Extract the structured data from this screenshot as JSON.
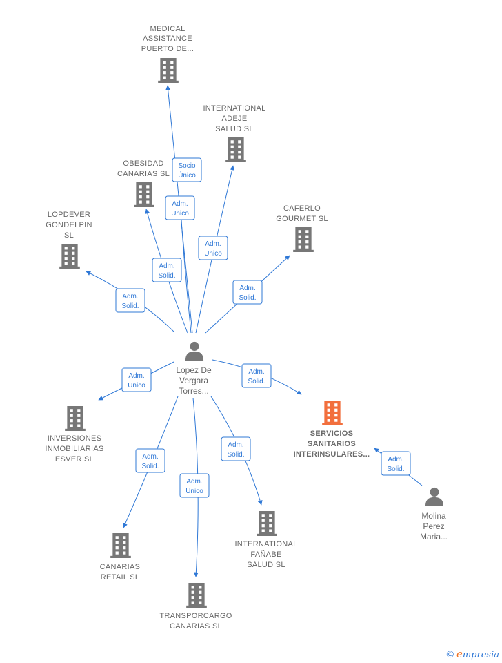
{
  "colors": {
    "edge": "#2f78d6",
    "building": "#777777",
    "building_highlight": "#f26f3d",
    "person": "#777777",
    "text": "#666666"
  },
  "companies": [
    {
      "id": "medical",
      "lines": [
        "MEDICAL",
        "ASSISTANCE",
        "PUERTO DE..."
      ],
      "highlight": false
    },
    {
      "id": "intl-adeje",
      "lines": [
        "INTERNATIONAL",
        "ADEJE",
        "SALUD  SL"
      ],
      "highlight": false
    },
    {
      "id": "obesidad",
      "lines": [
        "OBESIDAD",
        "CANARIAS  SL"
      ],
      "highlight": false
    },
    {
      "id": "caferlo",
      "lines": [
        "CAFERLO",
        "GOURMET  SL"
      ],
      "highlight": false
    },
    {
      "id": "lopdever",
      "lines": [
        "LOPDEVER",
        "GONDELPIN",
        "SL"
      ],
      "highlight": false
    },
    {
      "id": "inversiones",
      "lines": [
        "INVERSIONES",
        "INMOBILIARIAS",
        "ESVER  SL"
      ],
      "highlight": false
    },
    {
      "id": "servicios",
      "lines": [
        "SERVICIOS",
        "SANITARIOS",
        "INTERINSULARES..."
      ],
      "highlight": true
    },
    {
      "id": "canarias-retail",
      "lines": [
        "CANARIAS",
        "RETAIL  SL"
      ],
      "highlight": false
    },
    {
      "id": "intl-fanabe",
      "lines": [
        "INTERNATIONAL",
        "FAÑABE",
        "SALUD  SL"
      ],
      "highlight": false
    },
    {
      "id": "transporcargo",
      "lines": [
        "TRANSPORCARGO",
        "CANARIAS  SL"
      ],
      "highlight": false
    }
  ],
  "persons": [
    {
      "id": "lopez",
      "lines": [
        "Lopez De",
        "Vergara",
        "Torres..."
      ]
    },
    {
      "id": "molina",
      "lines": [
        "Molina",
        "Perez",
        "Maria..."
      ]
    }
  ],
  "edges": [
    {
      "id": "e-medical",
      "label": [
        "Socio",
        "Único"
      ]
    },
    {
      "id": "e-obesidad-1",
      "label": [
        "Adm.",
        "Unico"
      ]
    },
    {
      "id": "e-obesidad-2",
      "label": [
        "Adm.",
        "Solid."
      ]
    },
    {
      "id": "e-adeje",
      "label": [
        "Adm.",
        "Unico"
      ]
    },
    {
      "id": "e-caferlo",
      "label": [
        "Adm.",
        "Solid."
      ]
    },
    {
      "id": "e-lopdever",
      "label": [
        "Adm.",
        "Solid."
      ]
    },
    {
      "id": "e-inversiones",
      "label": [
        "Adm.",
        "Unico"
      ]
    },
    {
      "id": "e-servicios",
      "label": [
        "Adm.",
        "Solid."
      ]
    },
    {
      "id": "e-molina",
      "label": [
        "Adm.",
        "Solid."
      ]
    },
    {
      "id": "e-retail",
      "label": [
        "Adm.",
        "Solid."
      ]
    },
    {
      "id": "e-transporcargo",
      "label": [
        "Adm.",
        "Unico"
      ]
    },
    {
      "id": "e-fanabe",
      "label": [
        "Adm.",
        "Solid."
      ]
    }
  ],
  "footer": {
    "copyright": "©",
    "brand_initial": "e",
    "brand_rest": "mpresia"
  }
}
